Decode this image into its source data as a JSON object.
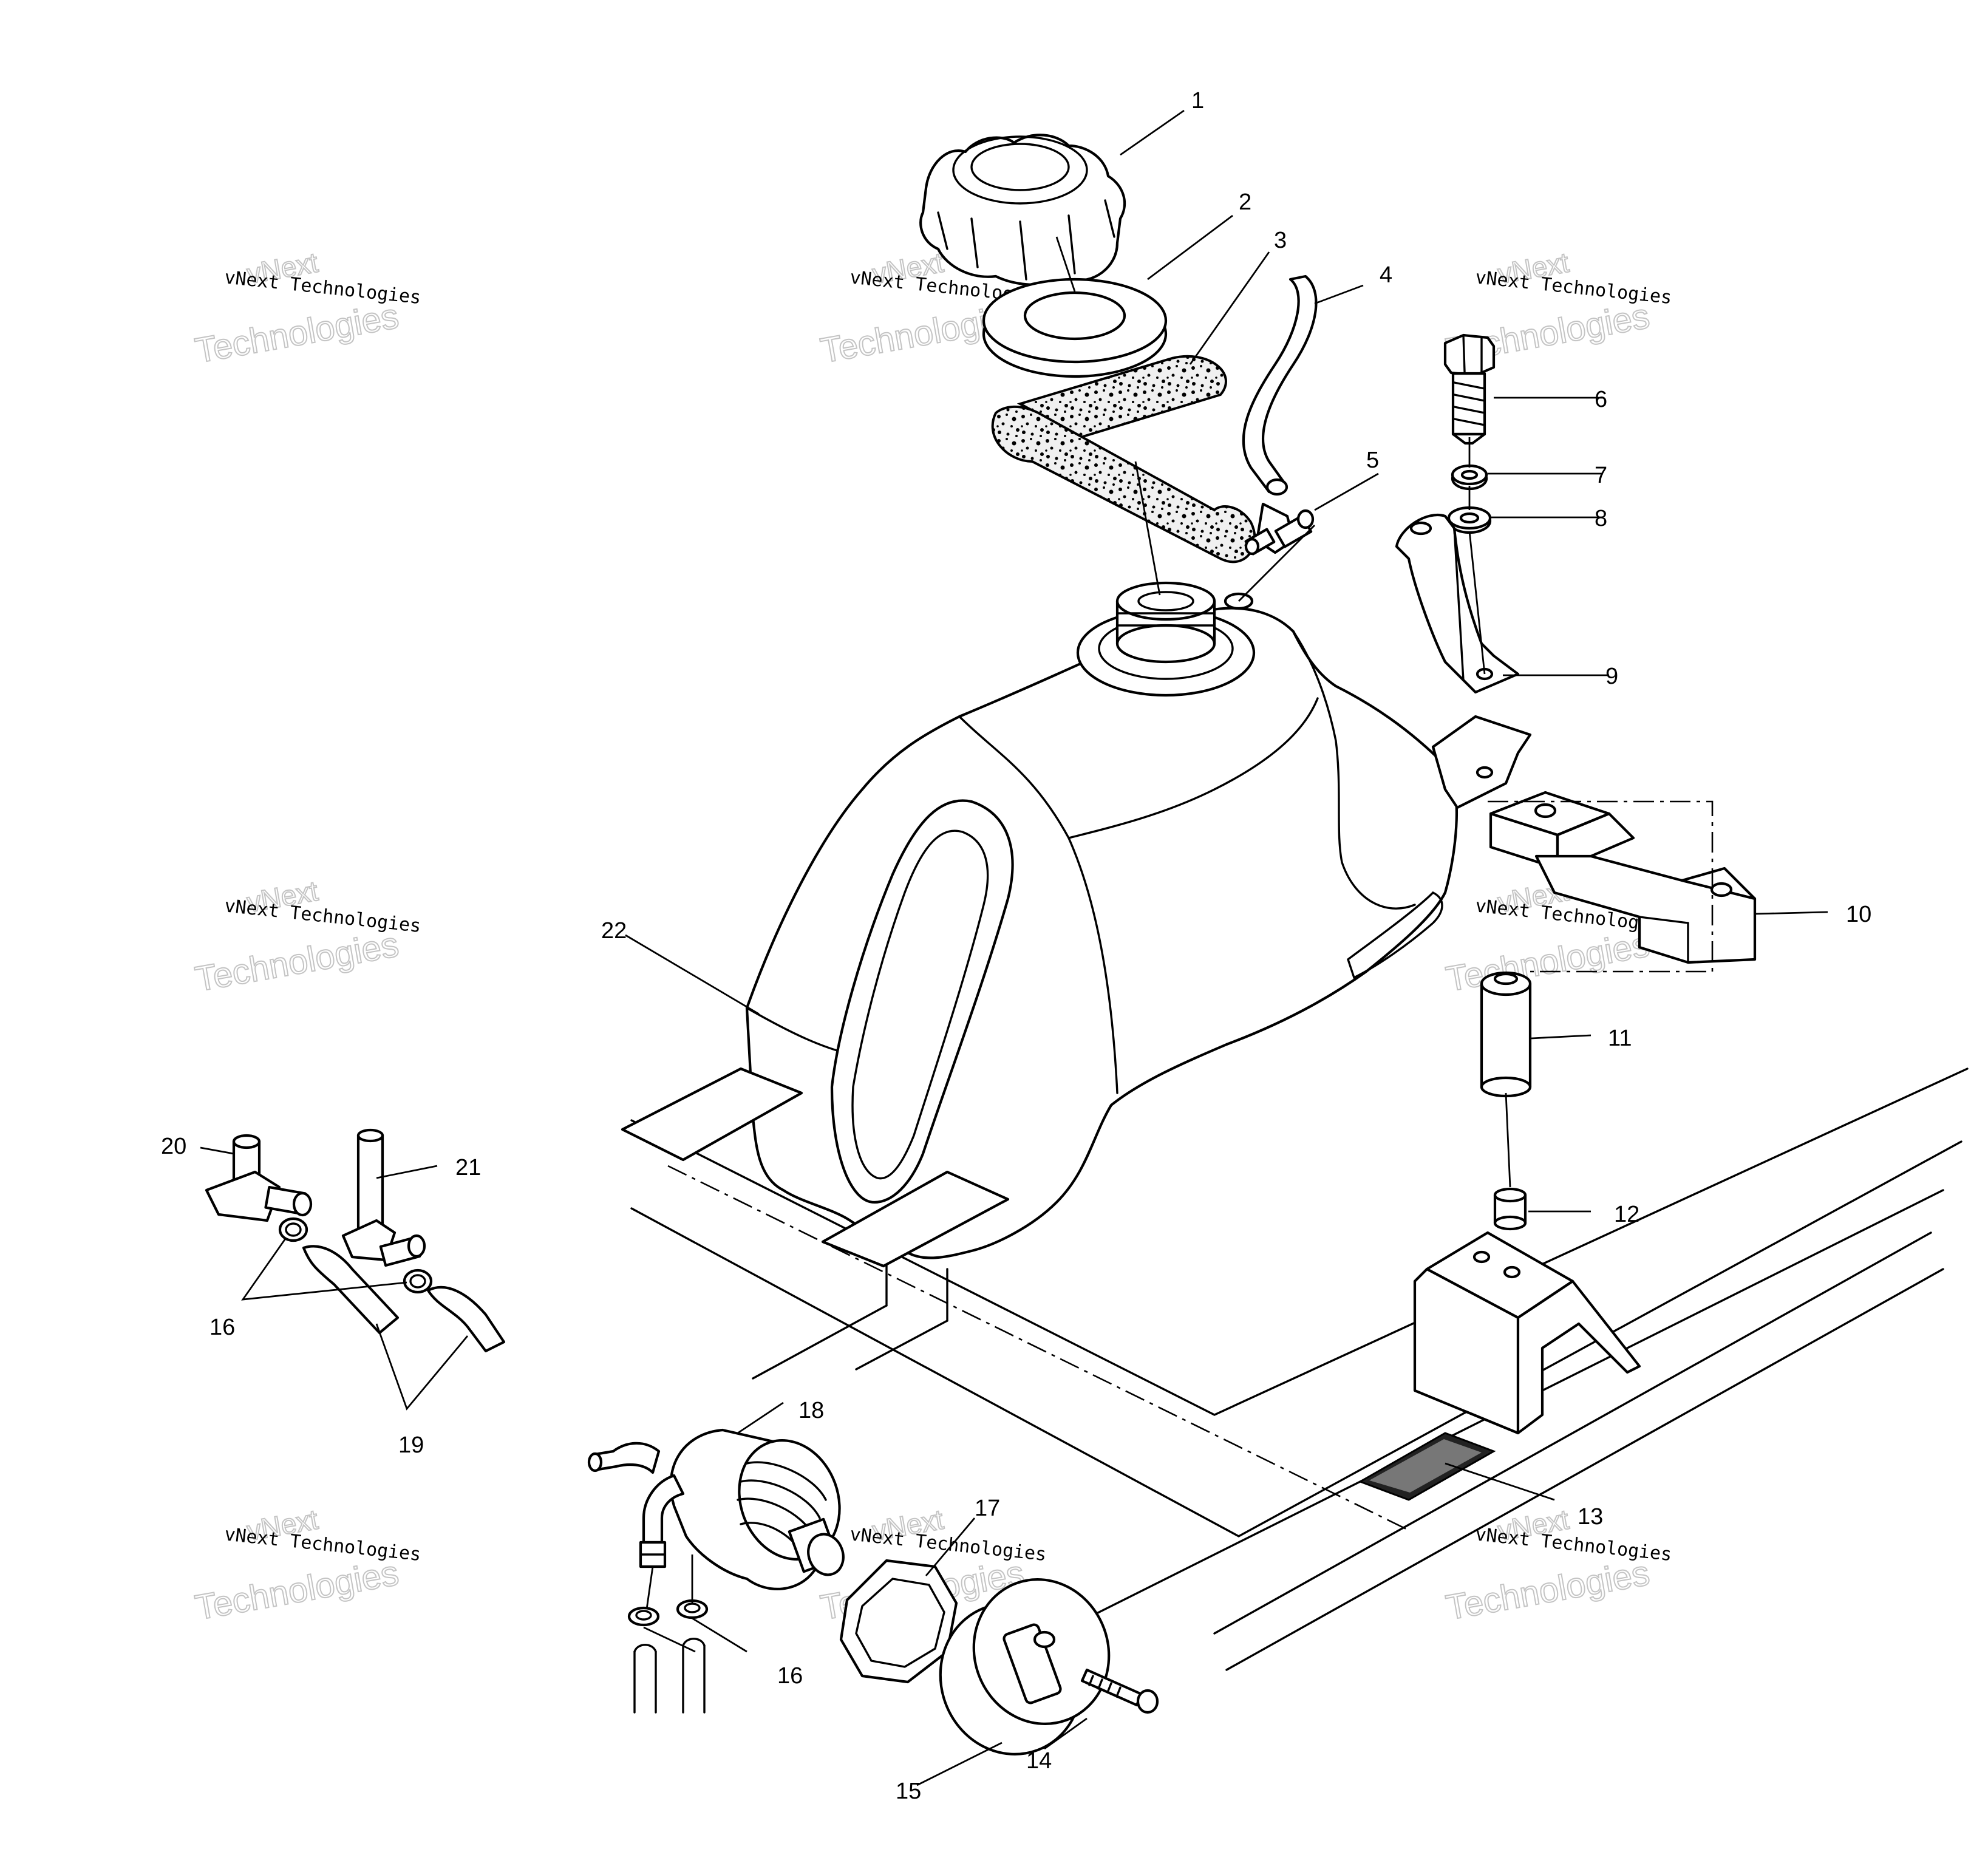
{
  "callouts": {
    "c1": "1",
    "c2": "2",
    "c3": "3",
    "c4": "4",
    "c5": "5",
    "c6": "6",
    "c7": "7",
    "c8": "8",
    "c9": "9",
    "c10": "10",
    "c11": "11",
    "c12": "12",
    "c13": "13",
    "c14": "14",
    "c15": "15",
    "c16a": "16",
    "c16b": "16",
    "c17": "17",
    "c18": "18",
    "c19": "19",
    "c20": "20",
    "c21": "21",
    "c22": "22"
  },
  "watermark": {
    "brand": "vNext",
    "full": "vNext Technologies",
    "word": "Technologies"
  }
}
